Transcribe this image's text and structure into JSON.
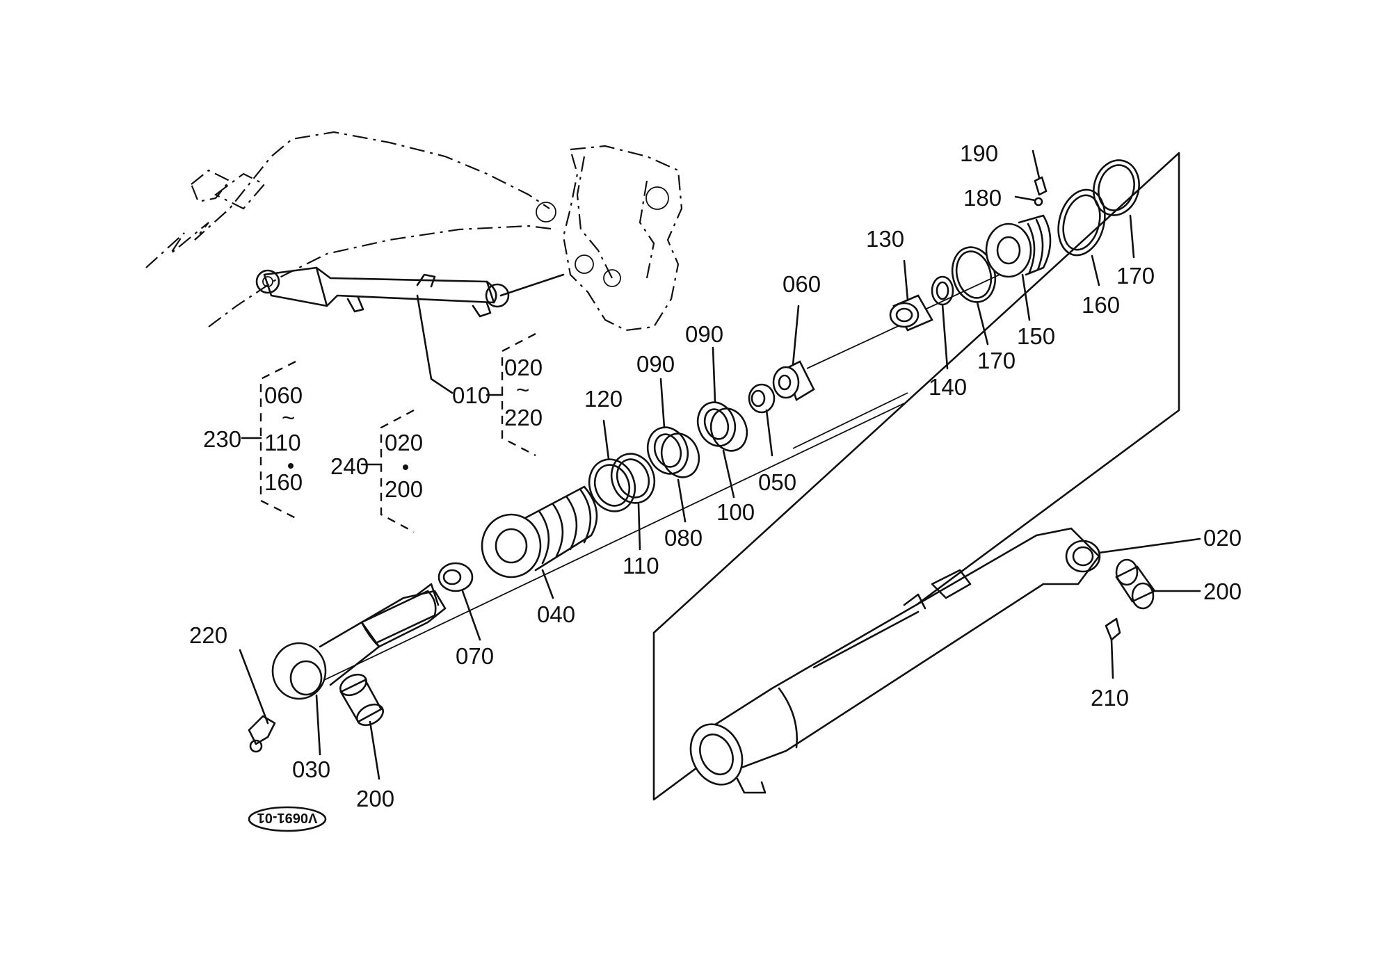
{
  "labels": {
    "p010": "010",
    "p020": "020",
    "p020b": "020",
    "p020c": "020",
    "p030": "030",
    "p040": "040",
    "p050": "050",
    "p060": "060",
    "p060b": "060",
    "p070": "070",
    "p080": "080",
    "p090a": "090",
    "p090b": "090",
    "p100": "100",
    "p110": "110",
    "p110b": "110",
    "p120": "120",
    "p130": "130",
    "p140": "140",
    "p150": "150",
    "p160": "160",
    "p160b": "160",
    "p170a": "170",
    "p170b": "170",
    "p180": "180",
    "p190": "190",
    "p200a": "200",
    "p200b": "200",
    "p200c": "200",
    "p210": "210",
    "p220": "220",
    "p220b": "220",
    "p230": "230",
    "p240": "240",
    "tilde": "~"
  },
  "stamp": "V0691-01"
}
